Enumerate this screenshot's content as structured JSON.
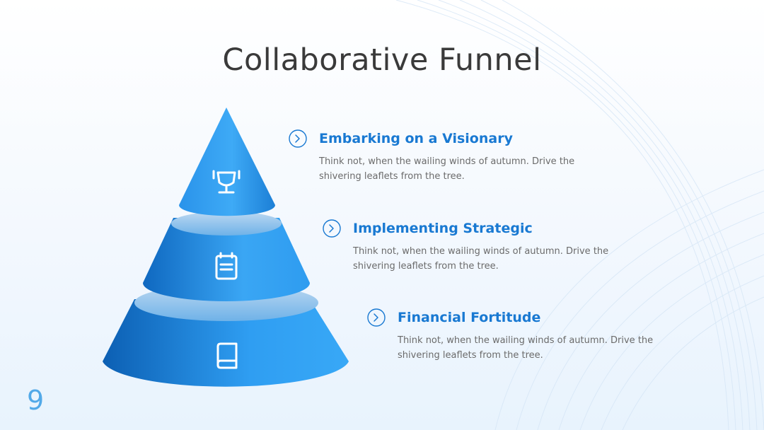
{
  "slide": {
    "title": "Collaborative Funnel",
    "page_number": "9"
  },
  "funnel": {
    "levels": [
      {
        "icon": "trophy-icon",
        "title": "Embarking on a Visionary",
        "description": "Think not, when the wailing winds of autumn. Drive the shivering leaflets from the tree."
      },
      {
        "icon": "clipboard-icon",
        "title": "Implementing Strategic",
        "description": "Think not, when the wailing winds of autumn. Drive the shivering leaflets from the tree."
      },
      {
        "icon": "book-icon",
        "title": "Financial Fortitude",
        "description": "Think not, when the wailing winds of autumn. Drive the shivering leaflets from the tree."
      }
    ]
  },
  "colors": {
    "accent": "#1979d2",
    "funnel_light": "#3eaaf6",
    "funnel_dark": "#0f68c0",
    "page_number": "#52a9e8"
  }
}
